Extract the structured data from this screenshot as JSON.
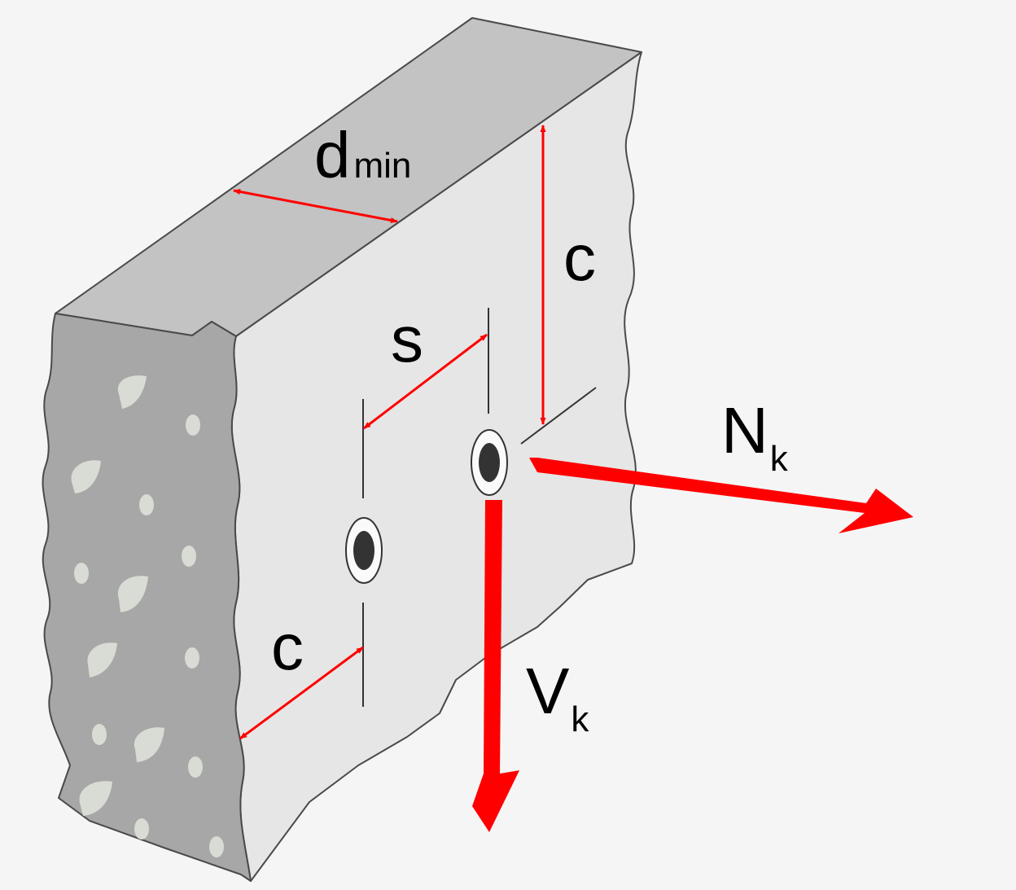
{
  "colors": {
    "background": "#f5f5f5",
    "front_face": "#e6e6e6",
    "top_face": "#c3c3c3",
    "side_face": "#a7a7a7",
    "aggregate": "#d8dcd4",
    "outline": "#4a4a4a",
    "dimension": "#ff0000",
    "anchor": "#333333"
  },
  "labels": {
    "d_main": "d",
    "d_sub": "min",
    "c_top": "c",
    "s": "s",
    "c_edge": "c",
    "n_main": "N",
    "n_sub": "k",
    "v_main": "V",
    "v_sub": "k"
  },
  "icons": {
    "anchor": "anchor-bolt-icon",
    "arrow": "arrowhead-icon"
  }
}
